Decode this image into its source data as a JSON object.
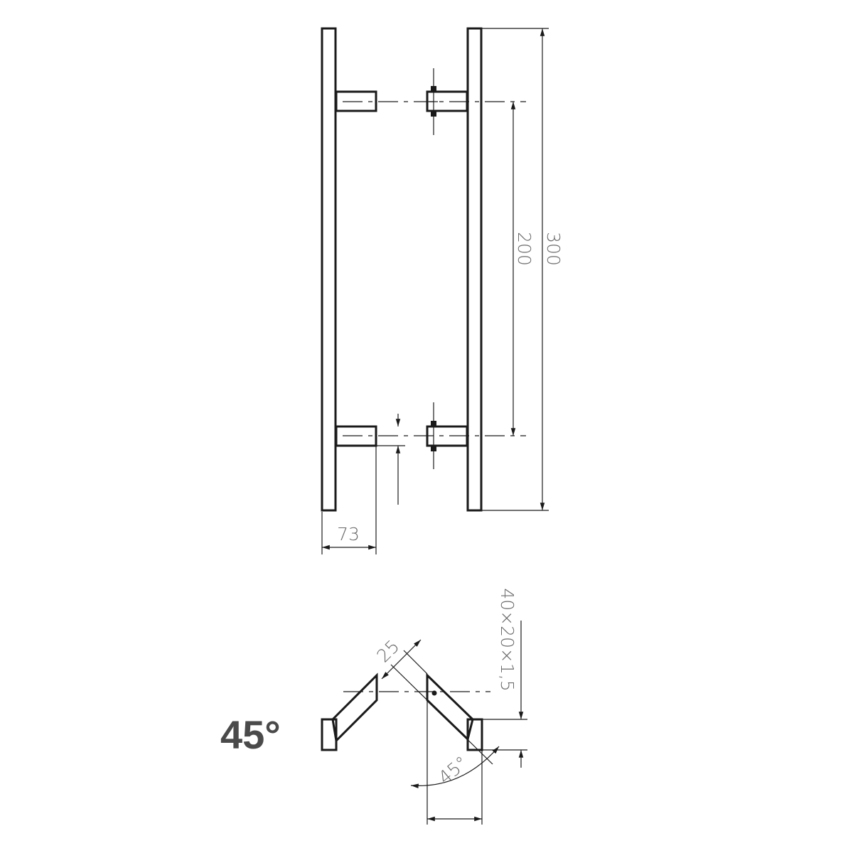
{
  "dimensions": {
    "overall_length": "300",
    "hole_spacing": "200",
    "projection": "73",
    "profile": "40×20×1,5",
    "offset": "25",
    "angle_dim": "45°"
  },
  "angle_label": "45°",
  "colors": {
    "line": "#1a1a1a",
    "dimension_text": "#6a6a6a",
    "label": "#4a4a4a"
  }
}
